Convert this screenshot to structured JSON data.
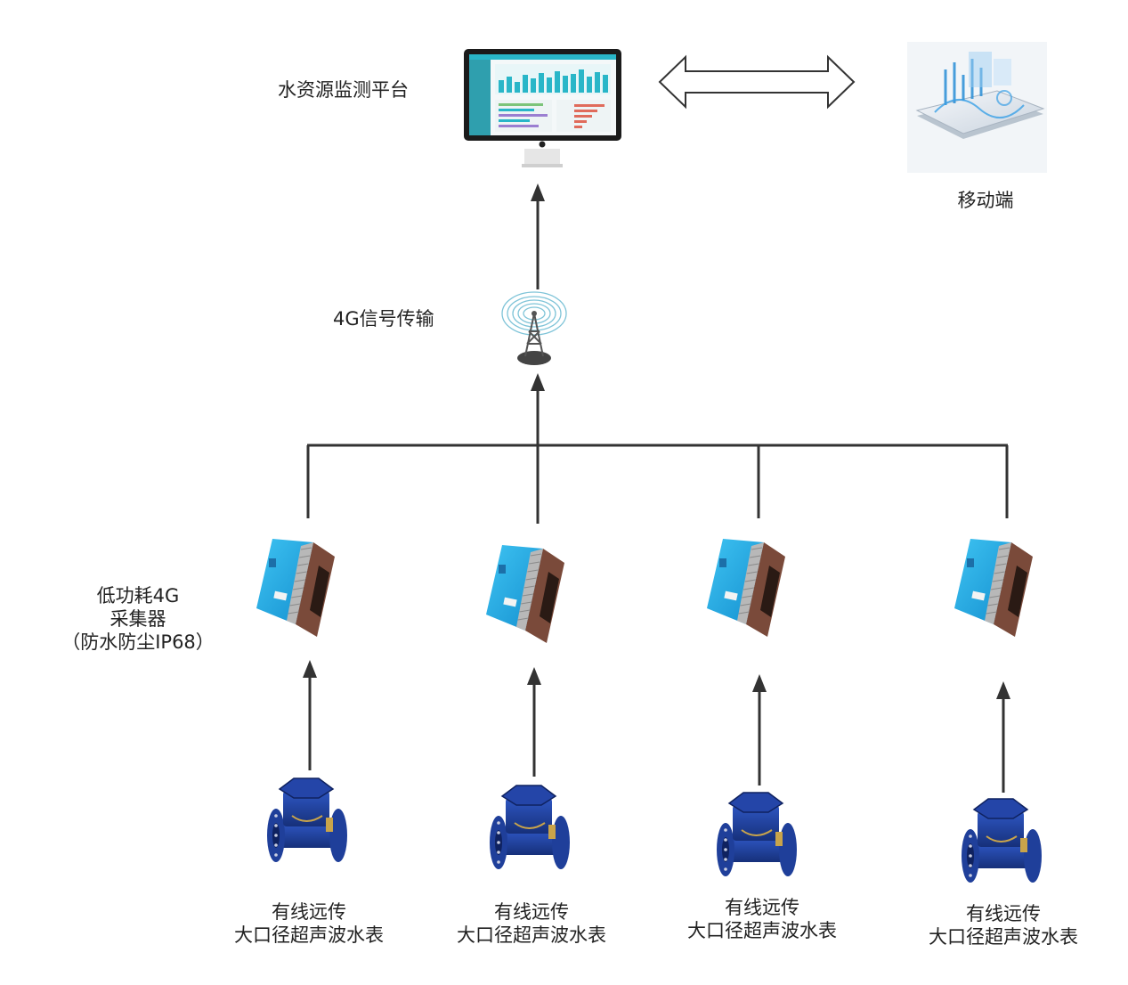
{
  "platform": {
    "label": "水资源监测平台"
  },
  "mobile": {
    "label": "移动端"
  },
  "transmission": {
    "label": "4G信号传输"
  },
  "collector": {
    "line1": "低功耗4G",
    "line2": "采集器",
    "line3": "（防水防尘IP68）"
  },
  "meters": [
    {
      "line1": "有线远传",
      "line2": "大口径超声波水表"
    },
    {
      "line1": "有线远传",
      "line2": "大口径超声波水表"
    },
    {
      "line1": "有线远传",
      "line2": "大口径超声波水表"
    },
    {
      "line1": "有线远传",
      "line2": "大口径超声波水表"
    }
  ],
  "colors": {
    "line": "#333333",
    "screen_accent": "#29b6c8",
    "collector_blue": "#1aa3e0",
    "collector_body": "#7a4a3a",
    "meter_blue": "#1f3f9a"
  }
}
